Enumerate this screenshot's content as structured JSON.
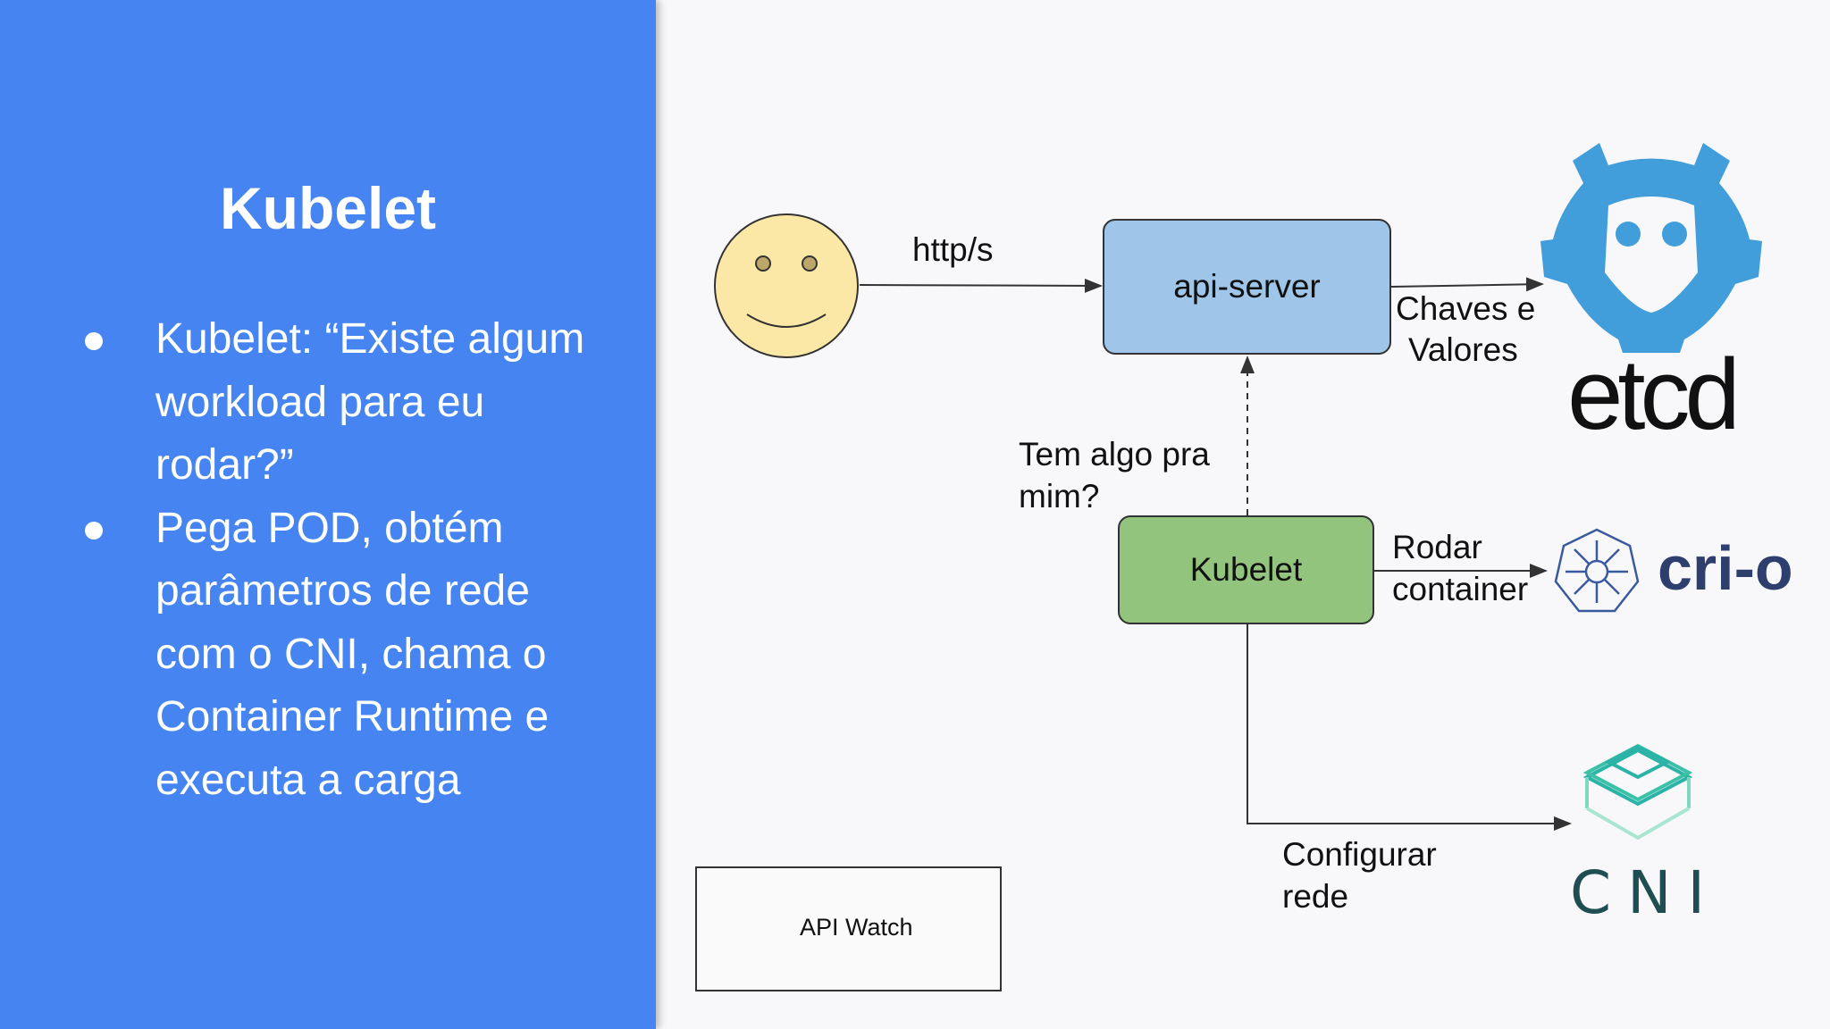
{
  "slide": {
    "title": "Kubelet",
    "bullets": [
      "Kubelet: “Existe algum workload para eu rodar?”",
      "Pega POD, obtém parâmetros de rede com o CNI, chama o Container Runtime e executa a carga"
    ]
  },
  "diagram": {
    "user_icon": "smiley-face-icon",
    "http_label": "http/s",
    "api_server_label": "api-server",
    "kv_label_1": "Chaves e",
    "kv_label_2": "Valores",
    "etcd_logo_text": "etcd",
    "question_label_1": "Tem algo pra",
    "question_label_2": "mim?",
    "kubelet_label": "Kubelet",
    "run_label_1": "Rodar",
    "run_label_2": "container",
    "crio_logo_text": "cri-o",
    "network_label_1": "Configurar",
    "network_label_2": "rede",
    "cni_logo_text": "CNI",
    "legend_label": "API Watch"
  },
  "colors": {
    "panel": "#4584f1",
    "api_server_fill": "#9fc5e8",
    "kubelet_fill": "#93c47d",
    "smiley_fill": "#fce8a6",
    "etcd_blue": "#419eda",
    "crio_navy": "#2e3f6e",
    "cni_teal": "#2bb3a8"
  }
}
